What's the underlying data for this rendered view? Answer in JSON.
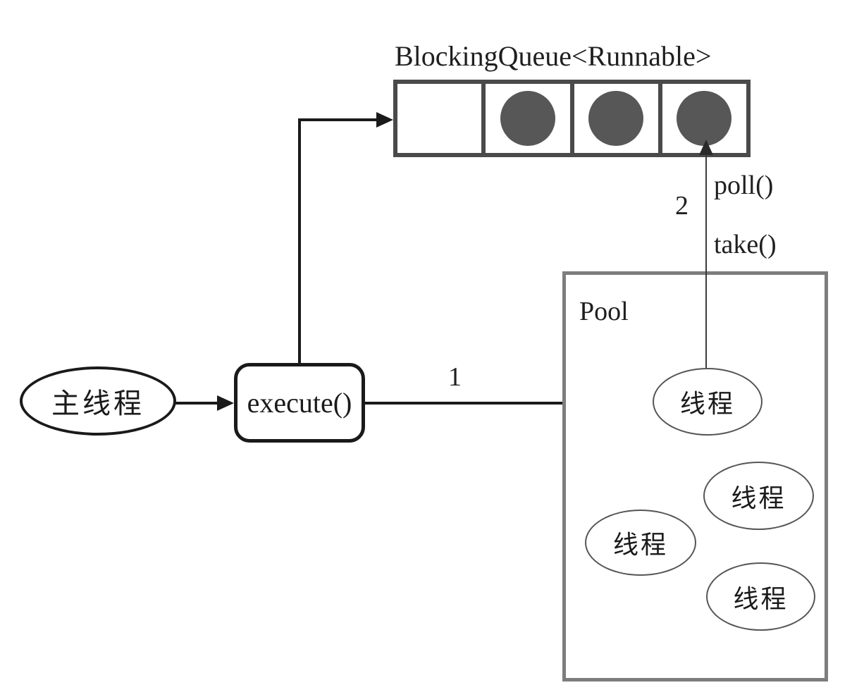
{
  "diagram": {
    "queue": {
      "title": "BlockingQueue<Runnable>",
      "cells": [
        "empty",
        "filled",
        "filled",
        "filled"
      ]
    },
    "main_thread": {
      "label": "主线程"
    },
    "execute": {
      "label": "execute()"
    },
    "pool": {
      "label": "Pool",
      "threads": [
        {
          "label": "线程"
        },
        {
          "label": "线程"
        },
        {
          "label": "线程"
        },
        {
          "label": "线程"
        }
      ]
    },
    "edges": {
      "submit_step_number": "1",
      "consume_step_number": "2",
      "poll_label": "poll()",
      "take_label": "take()"
    },
    "colors": {
      "connector": "#1a1a1a",
      "queue_border": "#4a4a4a",
      "task_fill": "#575757",
      "pool_border": "#7d7d7d"
    }
  }
}
